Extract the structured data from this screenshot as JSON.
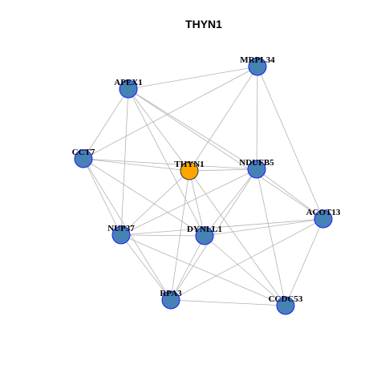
{
  "title": "THYN1",
  "colors": {
    "hub": "#FFA500",
    "node": "#4682B4",
    "node_stroke": "#1a1aff",
    "hub_stroke": "#333333",
    "edge": "#b3b3b3"
  },
  "nodes": [
    {
      "id": "THYN1",
      "label": "THYN1",
      "hub": true
    },
    {
      "id": "MRPL34",
      "label": "MRPL34"
    },
    {
      "id": "APEX1",
      "label": "APEX1"
    },
    {
      "id": "CCT7",
      "label": "CCT7"
    },
    {
      "id": "NDUFB5",
      "label": "NDUFB5"
    },
    {
      "id": "ACOT13",
      "label": "ACOT13"
    },
    {
      "id": "NUP37",
      "label": "NUP37"
    },
    {
      "id": "DYNLL1",
      "label": "DYNLL1"
    },
    {
      "id": "RPA3",
      "label": "RPA3"
    },
    {
      "id": "CCDC53",
      "label": "CCDC53"
    }
  ],
  "edges": [
    [
      "APEX1",
      "MRPL34"
    ],
    [
      "CCT7",
      "MRPL34"
    ],
    [
      "THYN1",
      "MRPL34"
    ],
    [
      "NDUFB5",
      "MRPL34"
    ],
    [
      "ACOT13",
      "MRPL34"
    ],
    [
      "APEX1",
      "CCT7"
    ],
    [
      "APEX1",
      "NUP37"
    ],
    [
      "APEX1",
      "DYNLL1"
    ],
    [
      "APEX1",
      "NDUFB5"
    ],
    [
      "APEX1",
      "ACOT13"
    ],
    [
      "APEX1",
      "THYN1"
    ],
    [
      "CCT7",
      "THYN1"
    ],
    [
      "CCT7",
      "NDUFB5"
    ],
    [
      "CCT7",
      "NUP37"
    ],
    [
      "CCT7",
      "DYNLL1"
    ],
    [
      "CCT7",
      "RPA3"
    ],
    [
      "THYN1",
      "NDUFB5"
    ],
    [
      "THYN1",
      "NUP37"
    ],
    [
      "THYN1",
      "DYNLL1"
    ],
    [
      "THYN1",
      "RPA3"
    ],
    [
      "THYN1",
      "CCDC53"
    ],
    [
      "NDUFB5",
      "NUP37"
    ],
    [
      "NDUFB5",
      "DYNLL1"
    ],
    [
      "NDUFB5",
      "ACOT13"
    ],
    [
      "NDUFB5",
      "CCDC53"
    ],
    [
      "NDUFB5",
      "RPA3"
    ],
    [
      "NUP37",
      "DYNLL1"
    ],
    [
      "NUP37",
      "RPA3"
    ],
    [
      "NUP37",
      "CCDC53"
    ],
    [
      "NUP37",
      "ACOT13"
    ],
    [
      "DYNLL1",
      "ACOT13"
    ],
    [
      "DYNLL1",
      "RPA3"
    ],
    [
      "DYNLL1",
      "CCDC53"
    ],
    [
      "ACOT13",
      "CCDC53"
    ],
    [
      "ACOT13",
      "RPA3"
    ],
    [
      "RPA3",
      "CCDC53"
    ]
  ]
}
